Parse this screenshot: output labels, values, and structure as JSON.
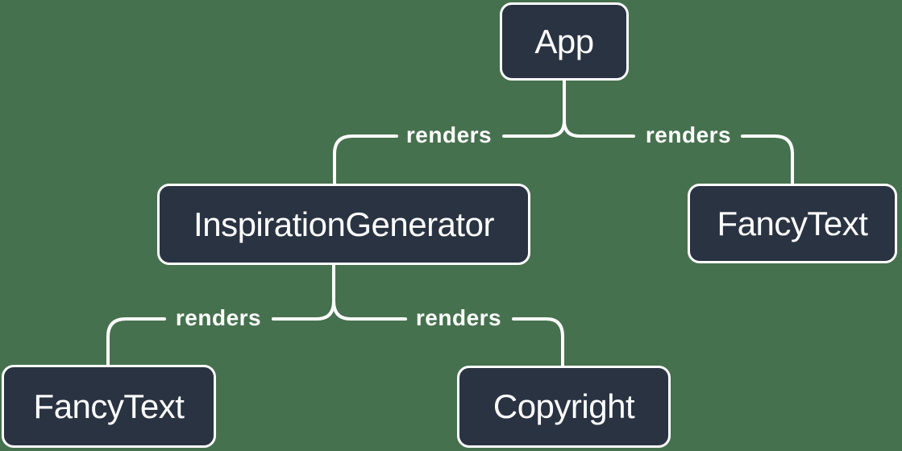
{
  "diagram": {
    "colors": {
      "background": "#46714E",
      "node_fill": "#2A3342",
      "node_border": "#FFFFFF",
      "line": "#FFFFFF",
      "text": "#FFFFFF"
    },
    "nodes": {
      "app": {
        "label": "App"
      },
      "inspiration_generator": {
        "label": "InspirationGenerator"
      },
      "fancy_text_top": {
        "label": "FancyText"
      },
      "fancy_text_bottom": {
        "label": "FancyText"
      },
      "copyright": {
        "label": "Copyright"
      }
    },
    "edges": [
      {
        "from": "App",
        "to": "InspirationGenerator",
        "label": "renders"
      },
      {
        "from": "App",
        "to": "FancyText",
        "label": "renders"
      },
      {
        "from": "InspirationGenerator",
        "to": "FancyText",
        "label": "renders"
      },
      {
        "from": "InspirationGenerator",
        "to": "Copyright",
        "label": "renders"
      }
    ]
  }
}
